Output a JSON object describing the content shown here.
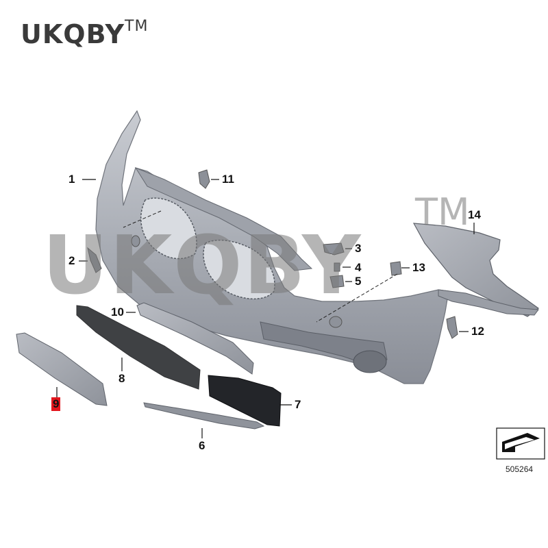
{
  "brand": {
    "name": "UKQBY",
    "trademark": "TM"
  },
  "watermark": {
    "text": "UKQBY",
    "trademark": "TM"
  },
  "callouts": {
    "p1": "1",
    "p2": "2",
    "p3": "3",
    "p4": "4",
    "p5": "5",
    "p6": "6",
    "p7": "7",
    "p8": "8",
    "p9": "9",
    "p10": "10",
    "p11": "11",
    "p12": "12",
    "p13": "13",
    "p14": "14"
  },
  "highlight_color": "#e3161d",
  "reference_number": "505264"
}
